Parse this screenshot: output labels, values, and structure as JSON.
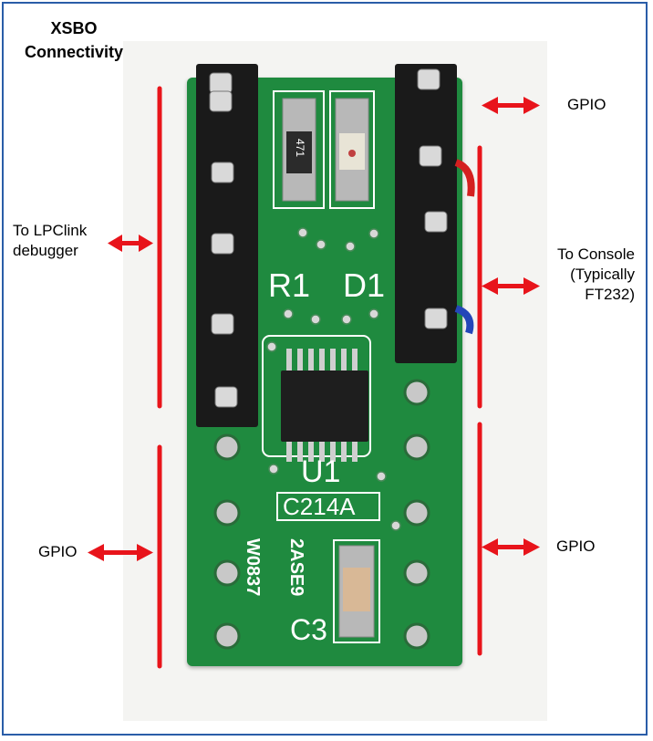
{
  "title": {
    "line1": "XSBO",
    "line2": "Connectivity"
  },
  "labels": {
    "gpio_top_right": "GPIO",
    "lpclink_line1": "To LPClink",
    "lpclink_line2": "debugger",
    "console_line1": "To Console",
    "console_line2": "(Typically",
    "console_line3": "FT232)",
    "gpio_left": "GPIO",
    "gpio_right": "GPIO"
  },
  "board_silkscreen": {
    "r1": "R1",
    "d1": "D1",
    "u1": "U1",
    "chip": "C214A",
    "code1": "W0837",
    "code2": "2ASE9",
    "c3": "C3",
    "resistor_mark": "471"
  },
  "colors": {
    "accent": "#e8141b",
    "border": "#2a5da8",
    "pcb": "#1f8a3f"
  }
}
